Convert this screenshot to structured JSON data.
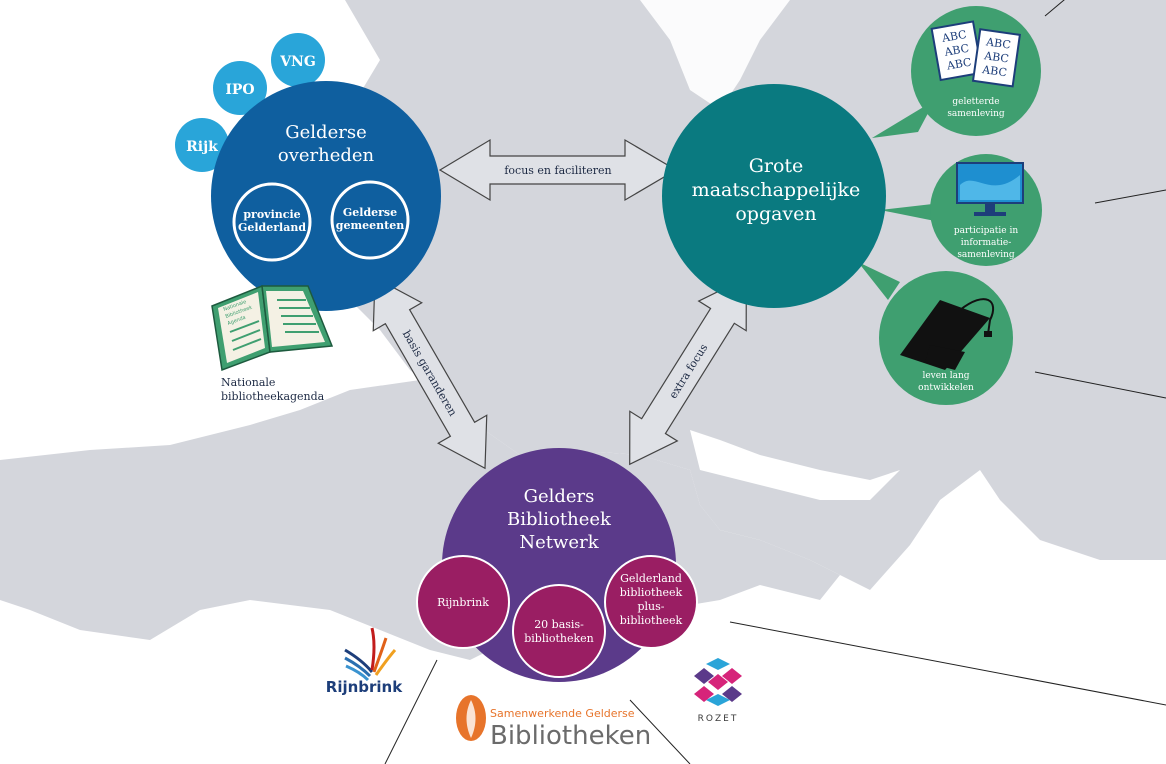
{
  "small_circles": {
    "rijk": "Rijk",
    "ipo": "IPO",
    "vng": "VNG"
  },
  "overheden": {
    "title_l1": "Gelderse",
    "title_l2": "overheden",
    "sub1_l1": "provincie",
    "sub1_l2": "Gelderland",
    "sub2_l1": "Gelderse",
    "sub2_l2": "gemeenten"
  },
  "agenda": {
    "book_l1": "Nationale",
    "book_l2": "Bibliotheek",
    "book_l3": "Agenda",
    "caption_l1": "Nationale",
    "caption_l2": "bibliotheekagenda"
  },
  "opgaven": {
    "l1": "Grote",
    "l2": "maatschappelijke",
    "l3": "opgaven"
  },
  "themes": {
    "abc": "ABC",
    "t1_l1": "geletterde",
    "t1_l2": "samenleving",
    "t2_l1": "participatie in",
    "t2_l2": "informatie-",
    "t2_l3": "samenleving",
    "t3_l1": "leven lang",
    "t3_l2": "ontwikkelen"
  },
  "arrows": {
    "top": "focus en faciliteren",
    "left": "basis garanderen",
    "right": "extra focus"
  },
  "netwerk": {
    "l1": "Gelders",
    "l2": "Bibliotheek",
    "l3": "Netwerk",
    "rijnbrink": "Rijnbrink",
    "basis_l1": "20 basis-",
    "basis_l2": "bibliotheken",
    "plus_l1": "Gelderland",
    "plus_l2": "bibliotheek",
    "plus_l3": "plus-",
    "plus_l4": "bibliotheek"
  },
  "logos": {
    "rijnbrink": "Rijnbrink",
    "sgb_l1": "Samenwerkende Gelderse",
    "sgb_l2": "Bibliotheken",
    "rozet": "ROZET"
  },
  "colors": {
    "map": "#d4d6dc",
    "blue": "#0f5f9f",
    "light_blue": "#29a5d9",
    "teal": "#0a7a80",
    "green": "#3f9f70",
    "purple": "#5b3a8a",
    "magenta": "#9a1e63",
    "arrow": "#dfe1e6"
  }
}
